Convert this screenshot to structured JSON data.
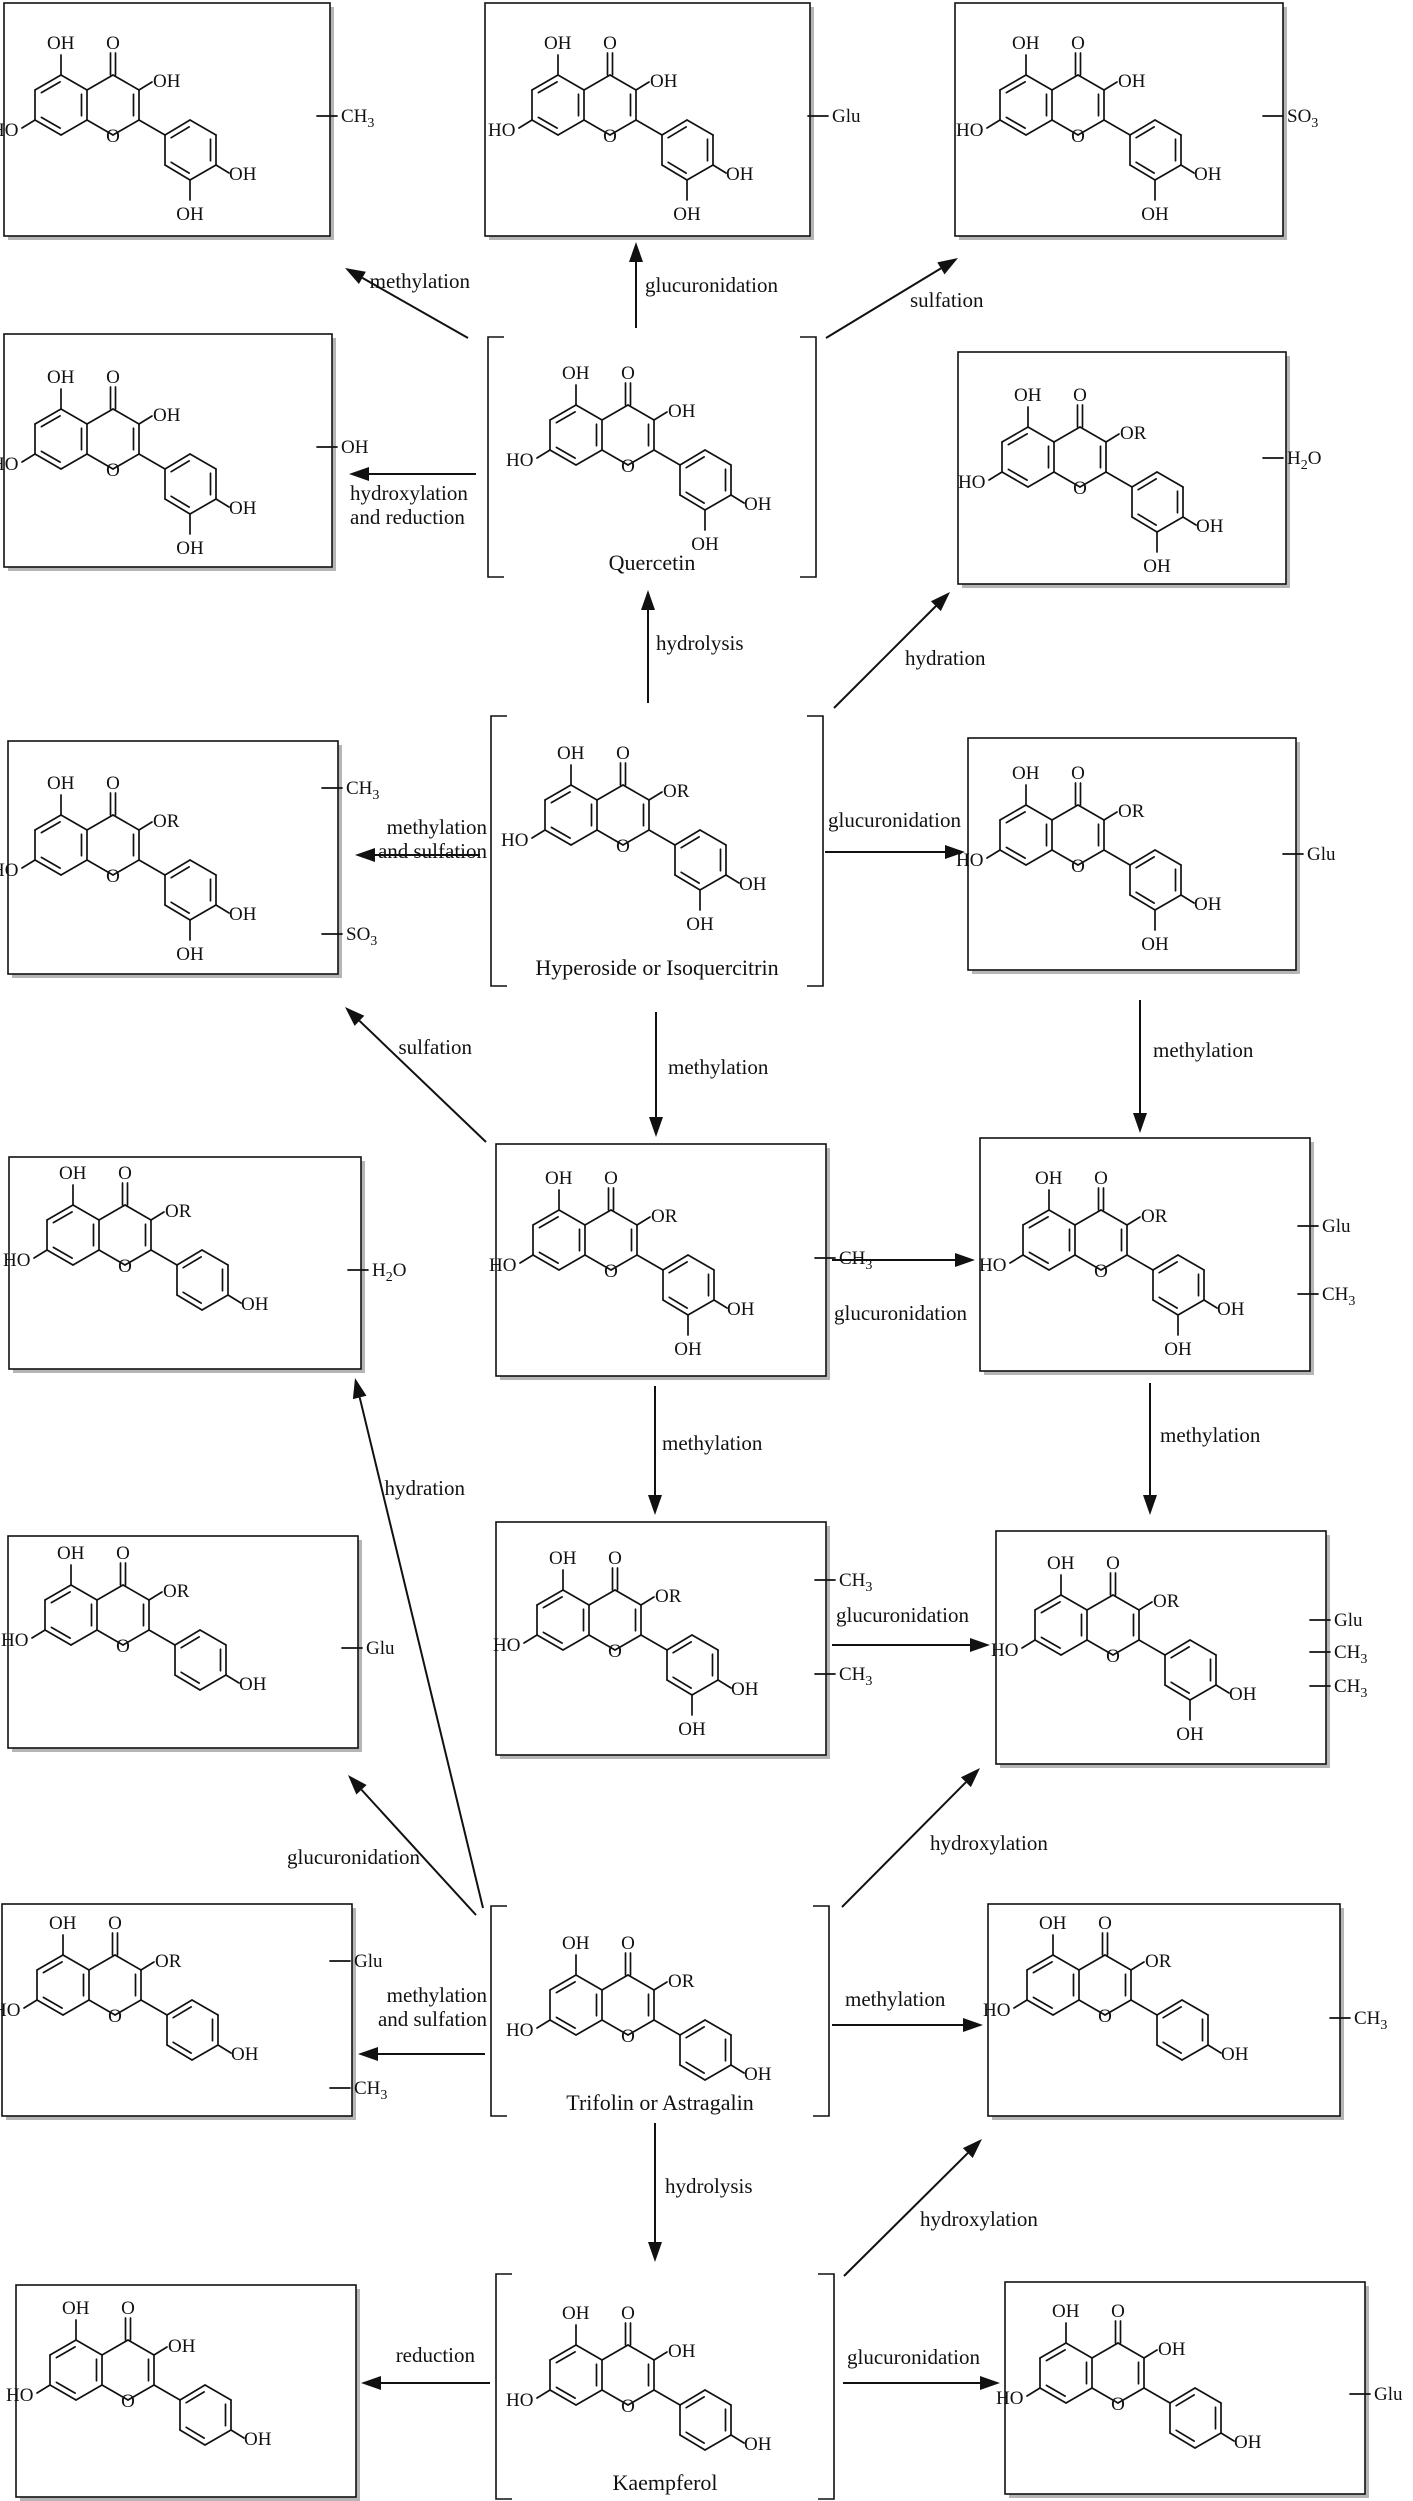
{
  "diagram": {
    "atoms": {
      "oh": "OH",
      "ho": "HO",
      "o": "O",
      "or": "OR"
    },
    "compounds": [
      {
        "id": "quercetin",
        "frame": "bracket",
        "caption": "Quercetin",
        "r3": "OH",
        "catechol": true,
        "tags": []
      },
      {
        "id": "hyperoside",
        "frame": "bracket",
        "caption": "Hyperoside or Isoquercitrin",
        "r3": "OR",
        "catechol": true,
        "tags": []
      },
      {
        "id": "trifolin",
        "frame": "bracket",
        "caption": "Trifolin or Astragalin",
        "r3": "OR",
        "catechol": false,
        "tags": []
      },
      {
        "id": "kaempferol",
        "frame": "bracket",
        "caption": "Kaempferol",
        "r3": "OH",
        "catechol": false,
        "tags": []
      },
      {
        "id": "q-methyl",
        "frame": "box",
        "caption": "",
        "r3": "OH",
        "catechol": true,
        "tags": [
          [
            "CH",
            "3"
          ]
        ]
      },
      {
        "id": "q-glu",
        "frame": "box",
        "caption": "",
        "r3": "OH",
        "catechol": true,
        "tags": [
          [
            "Glu",
            ""
          ]
        ]
      },
      {
        "id": "q-so3",
        "frame": "box",
        "caption": "",
        "r3": "OH",
        "catechol": true,
        "tags": [
          [
            "SO",
            "3"
          ]
        ]
      },
      {
        "id": "q-oh",
        "frame": "box",
        "caption": "",
        "r3": "OH",
        "catechol": true,
        "tags": [
          [
            "OH",
            ""
          ]
        ]
      },
      {
        "id": "h-h2o",
        "frame": "box",
        "caption": "",
        "r3": "OR",
        "catechol": true,
        "tags": [
          [
            "H",
            "2",
            "O"
          ]
        ]
      },
      {
        "id": "h-ch3-so3",
        "frame": "box",
        "caption": "",
        "r3": "OR",
        "catechol": true,
        "tags": [
          [
            "CH",
            "3"
          ],
          [
            "SO",
            "3"
          ]
        ]
      },
      {
        "id": "h-glu",
        "frame": "box",
        "caption": "",
        "r3": "OR",
        "catechol": true,
        "tags": [
          [
            "Glu",
            ""
          ]
        ]
      },
      {
        "id": "t-h2o",
        "frame": "box",
        "caption": "",
        "r3": "OR",
        "catechol": false,
        "tags": [
          [
            "H",
            "2",
            "O"
          ]
        ]
      },
      {
        "id": "h-ch3",
        "frame": "box",
        "caption": "",
        "r3": "OR",
        "catechol": true,
        "tags": [
          [
            "CH",
            "3"
          ]
        ]
      },
      {
        "id": "h-glu-ch3",
        "frame": "box",
        "caption": "",
        "r3": "OR",
        "catechol": true,
        "tags": [
          [
            "Glu",
            ""
          ],
          [
            "CH",
            "3"
          ]
        ]
      },
      {
        "id": "t-glu",
        "frame": "box",
        "caption": "",
        "r3": "OR",
        "catechol": false,
        "tags": [
          [
            "Glu",
            ""
          ]
        ]
      },
      {
        "id": "h-ch3-ch3",
        "frame": "box",
        "caption": "",
        "r3": "OR",
        "catechol": true,
        "tags": [
          [
            "CH",
            "3"
          ],
          [
            "CH",
            "3"
          ]
        ]
      },
      {
        "id": "h-glu-ch3-ch3",
        "frame": "box",
        "caption": "",
        "r3": "OR",
        "catechol": true,
        "tags": [
          [
            "Glu",
            ""
          ],
          [
            "CH",
            "3"
          ],
          [
            "CH",
            "3"
          ]
        ]
      },
      {
        "id": "t-glu-ch3",
        "frame": "box",
        "caption": "",
        "r3": "OR",
        "catechol": false,
        "tags": [
          [
            "Glu",
            ""
          ],
          [
            "CH",
            "3"
          ]
        ]
      },
      {
        "id": "t-ch3",
        "frame": "box",
        "caption": "",
        "r3": "OR",
        "catechol": false,
        "tags": [
          [
            "CH",
            "3"
          ]
        ]
      },
      {
        "id": "k-reduced",
        "frame": "box",
        "caption": "",
        "r3": "OH",
        "catechol": false,
        "tags": []
      },
      {
        "id": "k-glu",
        "frame": "box",
        "caption": "",
        "r3": "OH",
        "catechol": false,
        "tags": [
          [
            "Glu",
            ""
          ]
        ]
      }
    ],
    "reactions": [
      {
        "from": "quercetin",
        "to": "q-methyl",
        "label": "methylation"
      },
      {
        "from": "quercetin",
        "to": "q-glu",
        "label": "glucuronidation"
      },
      {
        "from": "quercetin",
        "to": "q-so3",
        "label": "sulfation"
      },
      {
        "from": "quercetin",
        "to": "q-oh",
        "label": "hydroxylation and reduction"
      },
      {
        "from": "hyperoside",
        "to": "quercetin",
        "label": "hydrolysis"
      },
      {
        "from": "hyperoside",
        "to": "h-h2o",
        "label": "hydration"
      },
      {
        "from": "hyperoside",
        "to": "h-ch3-so3",
        "label": "methylation and sulfation"
      },
      {
        "from": "hyperoside",
        "to": "h-glu",
        "label": "glucuronidation"
      },
      {
        "from": "hyperoside",
        "to": "h-ch3",
        "label": "methylation"
      },
      {
        "from": "h-glu",
        "to": "h-glu-ch3",
        "label": "methylation"
      },
      {
        "from": "h-ch3",
        "to": "h-ch3-so3",
        "label": "sulfation"
      },
      {
        "from": "h-ch3",
        "to": "h-glu-ch3",
        "label": "glucuronidation"
      },
      {
        "from": "h-ch3",
        "to": "h-ch3-ch3",
        "label": "methylation"
      },
      {
        "from": "h-glu-ch3",
        "to": "h-glu-ch3-ch3",
        "label": "methylation"
      },
      {
        "from": "h-ch3-ch3",
        "to": "h-glu-ch3-ch3",
        "label": "glucuronidation"
      },
      {
        "from": "trifolin",
        "to": "t-h2o",
        "label": "hydration"
      },
      {
        "from": "trifolin",
        "to": "t-glu",
        "label": "glucuronidation"
      },
      {
        "from": "trifolin",
        "to": "t-glu-ch3",
        "label": "methylation and sulfation"
      },
      {
        "from": "trifolin",
        "to": "h-glu-ch3-ch3",
        "label": "hydroxylation"
      },
      {
        "from": "trifolin",
        "to": "t-ch3",
        "label": "methylation"
      },
      {
        "from": "trifolin",
        "to": "kaempferol",
        "label": "hydrolysis"
      },
      {
        "from": "kaempferol",
        "to": "t-ch3",
        "label": "hydroxylation"
      },
      {
        "from": "kaempferol",
        "to": "k-reduced",
        "label": "reduction"
      },
      {
        "from": "kaempferol",
        "to": "k-glu",
        "label": "glucuronidation"
      }
    ]
  }
}
